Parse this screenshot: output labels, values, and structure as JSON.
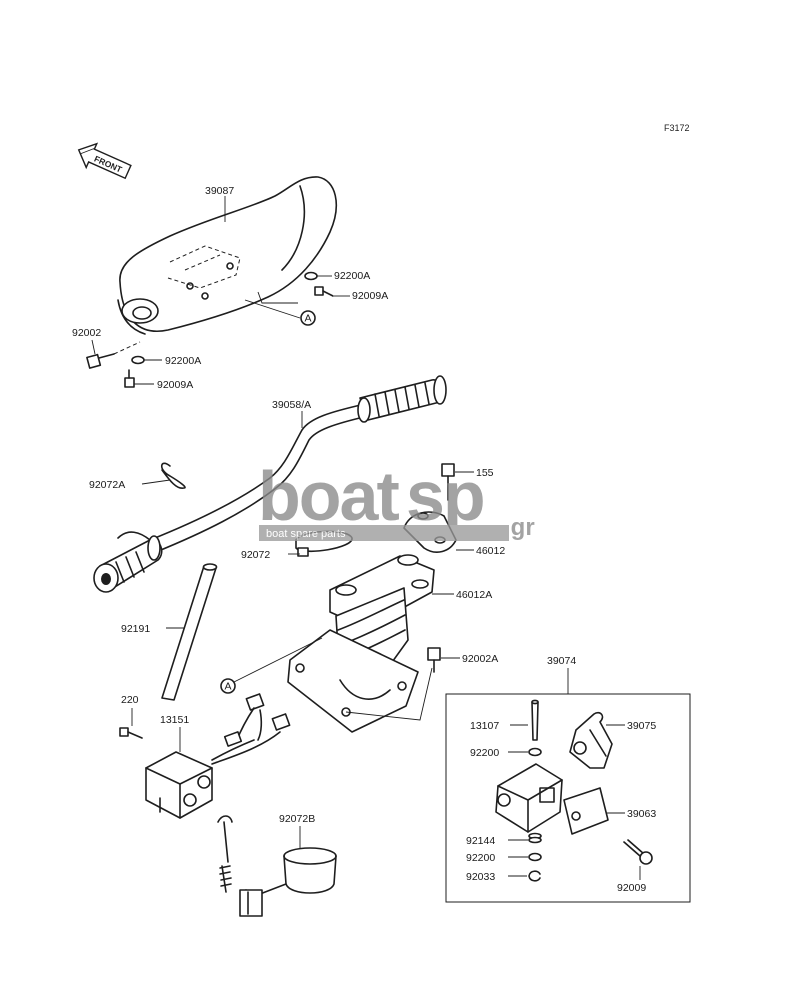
{
  "figure_code": "F3172",
  "front_label": "FRONT",
  "callout_letter": "A",
  "watermark": {
    "brand_main": "boat",
    "brand_accent": "sp",
    "suffix": ".gr",
    "tagline": "boat spare parts"
  },
  "parts": {
    "p39087": "39087",
    "p92200A_top": "92200A",
    "p92009A_top": "92009A",
    "p92002": "92002",
    "p92200A_left": "92200A",
    "p92009A_left": "92009A",
    "p39058A": "39058/A",
    "p92072A": "92072A",
    "p155": "155",
    "p92072": "92072",
    "p46012": "46012",
    "p46012A": "46012A",
    "p92191": "92191",
    "p92002A": "92002A",
    "p39074": "39074",
    "p220": "220",
    "p13151": "13151",
    "p13107": "13107",
    "p39075": "39075",
    "p92200_a": "92200",
    "p39063": "39063",
    "p92144": "92144",
    "p92200_b": "92200",
    "p92033": "92033",
    "p92009": "92009",
    "p92072B": "92072B"
  },
  "colors": {
    "ink": "#1e1e1e",
    "watermark_gray": "#8a8a8a",
    "watermark_bar": "#9a9a9a"
  }
}
